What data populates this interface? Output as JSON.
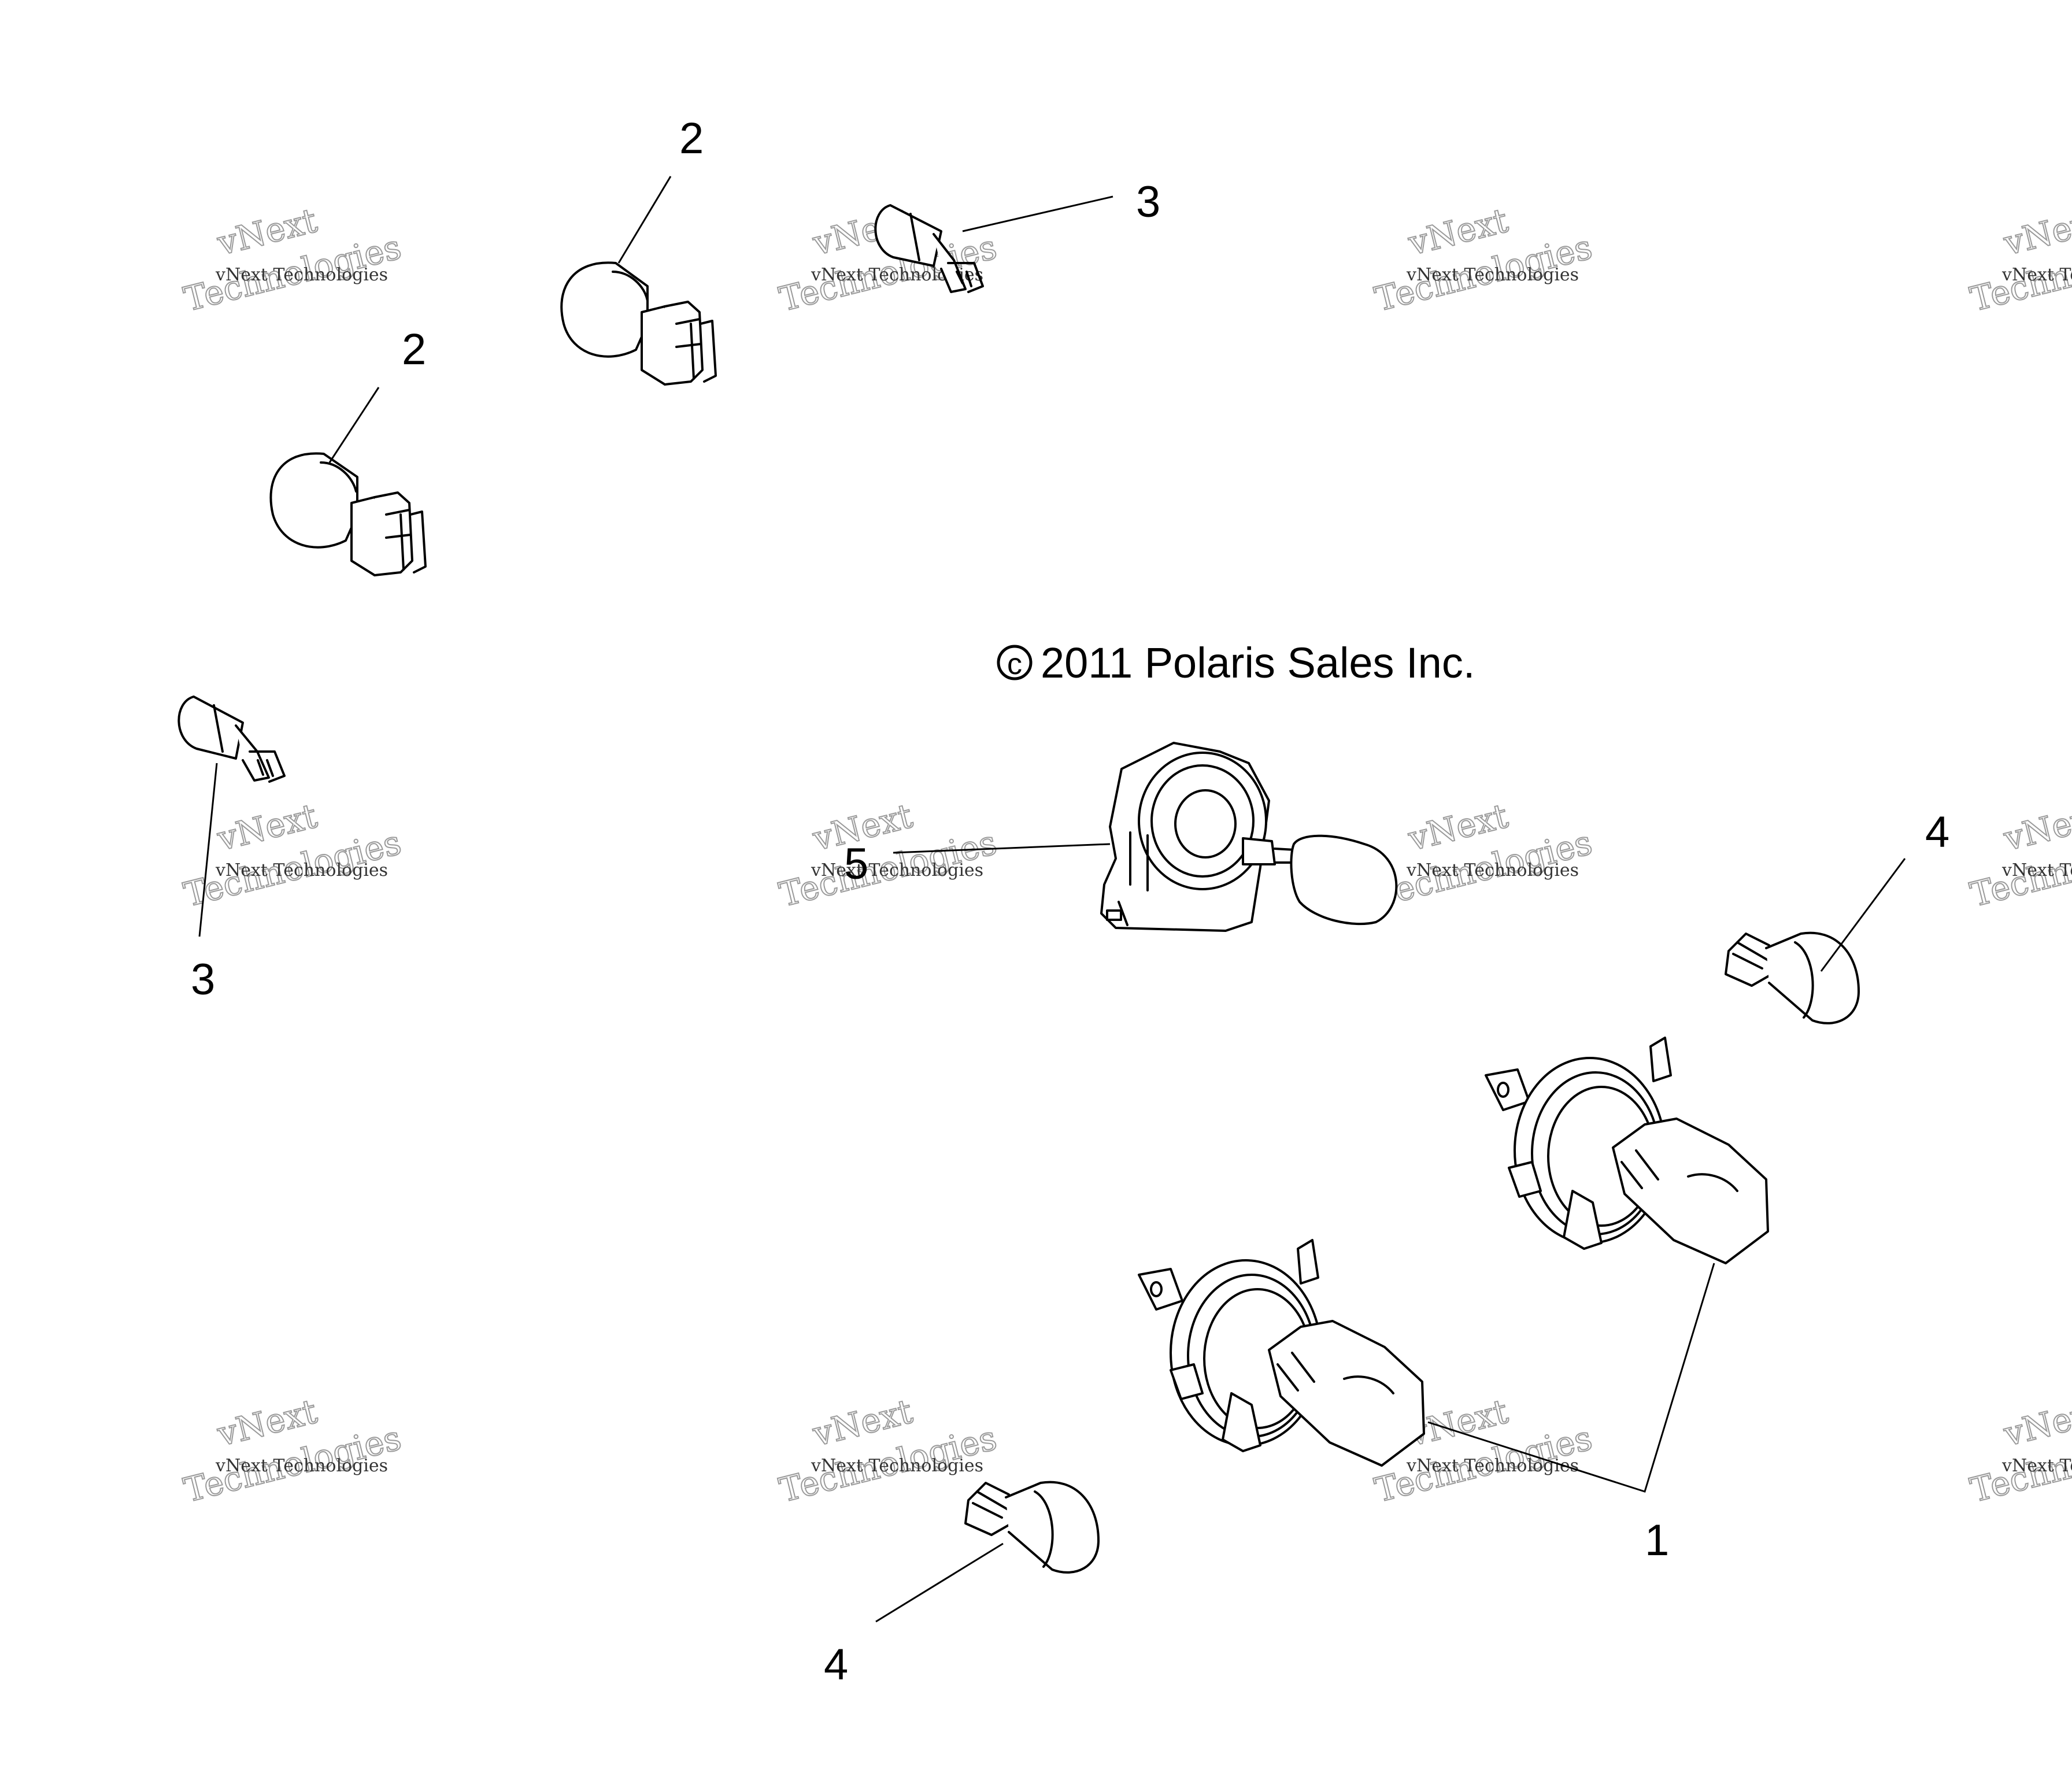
{
  "copyright": "© 2011 Polaris Sales Inc.",
  "callouts": {
    "c2a": "2",
    "c2b": "2",
    "c3a": "3",
    "c3b": "3",
    "c5": "5",
    "c4a": "4",
    "c4b": "4",
    "c1": "1"
  },
  "watermark": {
    "small": "vNext Technologies",
    "big1": "vNext",
    "big2": "Technologies"
  },
  "colors": {
    "line": "#000000",
    "watermark": "#9a9a9a"
  }
}
